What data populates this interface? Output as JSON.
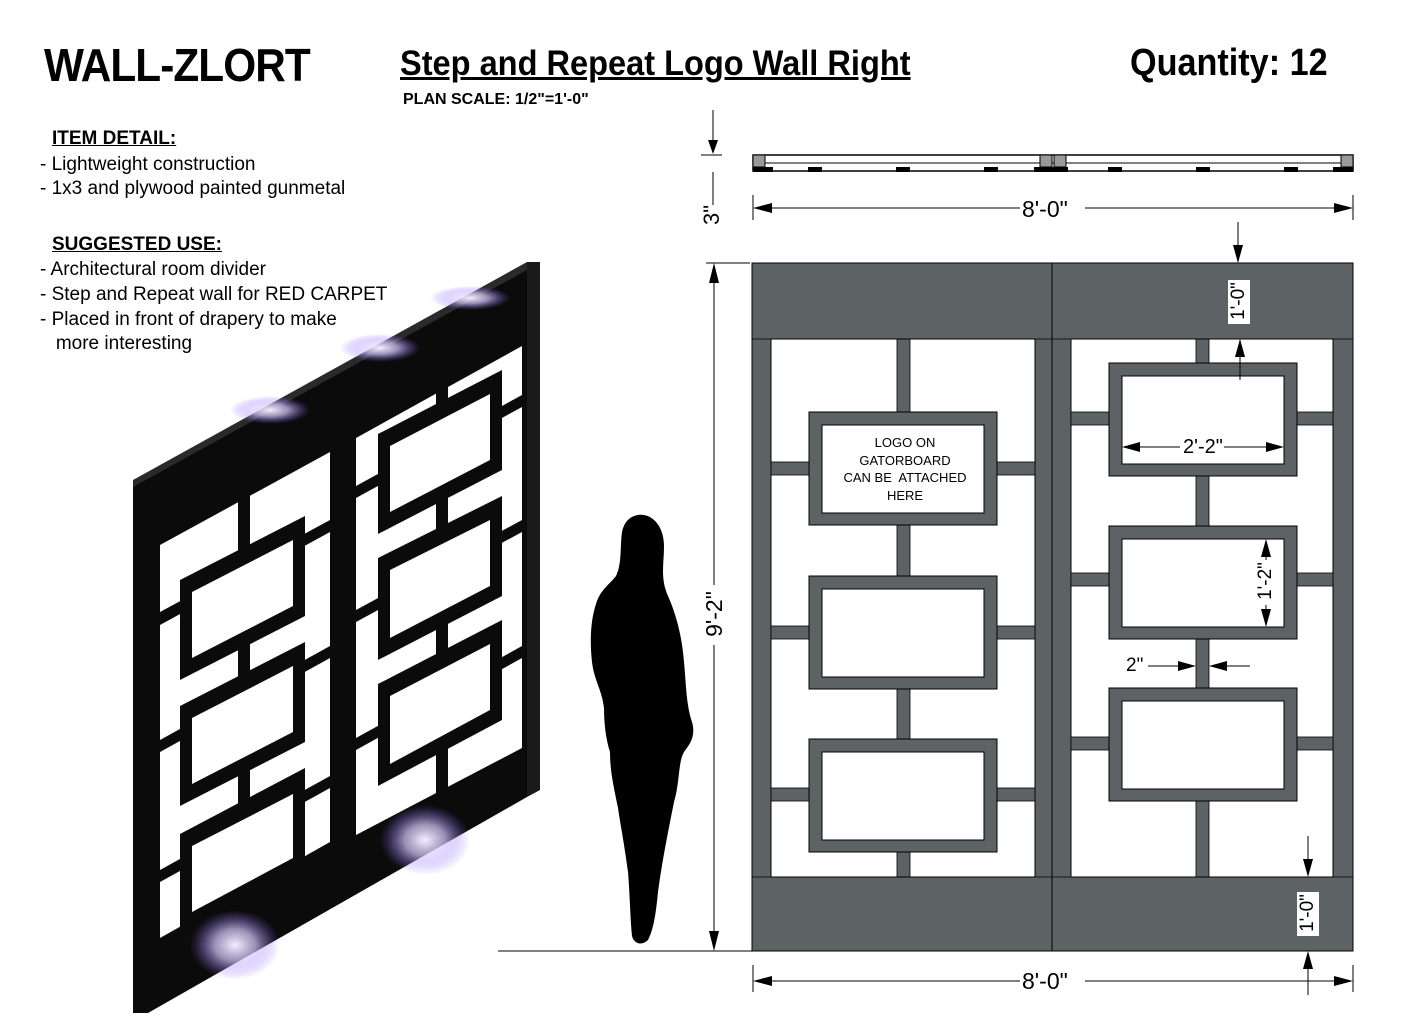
{
  "header": {
    "brand": "WALL-ZLORT",
    "title": "Step and Repeat Logo Wall Right",
    "quantity": "Quantity: 12",
    "scale": "PLAN  SCALE: 1/2\"=1'-0\""
  },
  "item_detail": {
    "heading": "ITEM DETAIL:",
    "lines": [
      "- Lightweight construction",
      "- 1x3 and plywood painted gunmetal"
    ]
  },
  "suggested_use": {
    "heading": "SUGGESTED USE:",
    "lines": [
      "- Architectural room divider",
      "- Step and Repeat wall for RED CARPET",
      "- Placed in front of drapery to make",
      "   more interesting"
    ]
  },
  "dimensions": {
    "plan_depth": "3\"",
    "plan_width": "8'-0\"",
    "height": "9'-2\"",
    "bottom_width": "8'-0\"",
    "top_band": "1'-0\"",
    "bottom_band": "1'-0\"",
    "frame_width": "2'-2\"",
    "frame_height": "1'-2\"",
    "member": "2\""
  },
  "logo_note": [
    "LOGO ON",
    "GATORBOARD",
    "CAN BE  ATTACHED",
    "HERE"
  ],
  "colors": {
    "wall": "#5d6364",
    "render": "#0c0c0c",
    "glow": "#e8e0ff"
  }
}
